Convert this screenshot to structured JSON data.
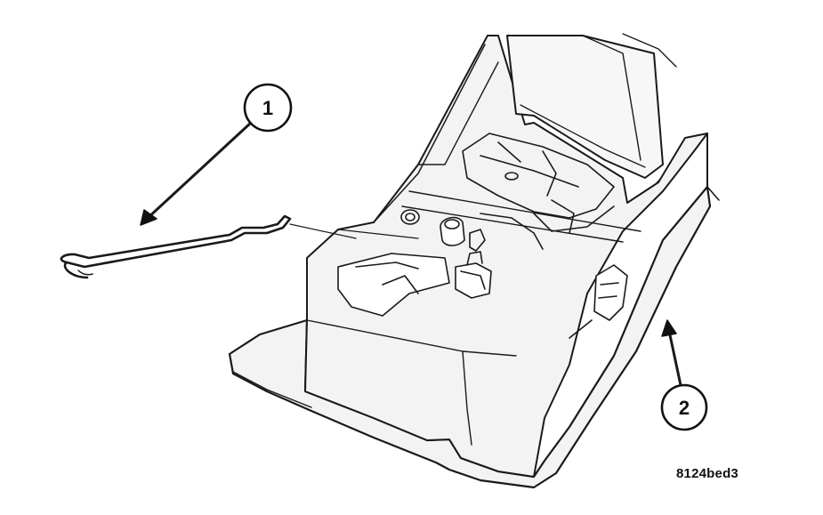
{
  "callouts": [
    {
      "id": "1",
      "label": "1"
    },
    {
      "id": "2",
      "label": "2"
    }
  ],
  "figure_code": "8124bed3",
  "colors": {
    "line": "#1a1a1a",
    "fill": "#f3f3f3",
    "background": "#ffffff"
  }
}
